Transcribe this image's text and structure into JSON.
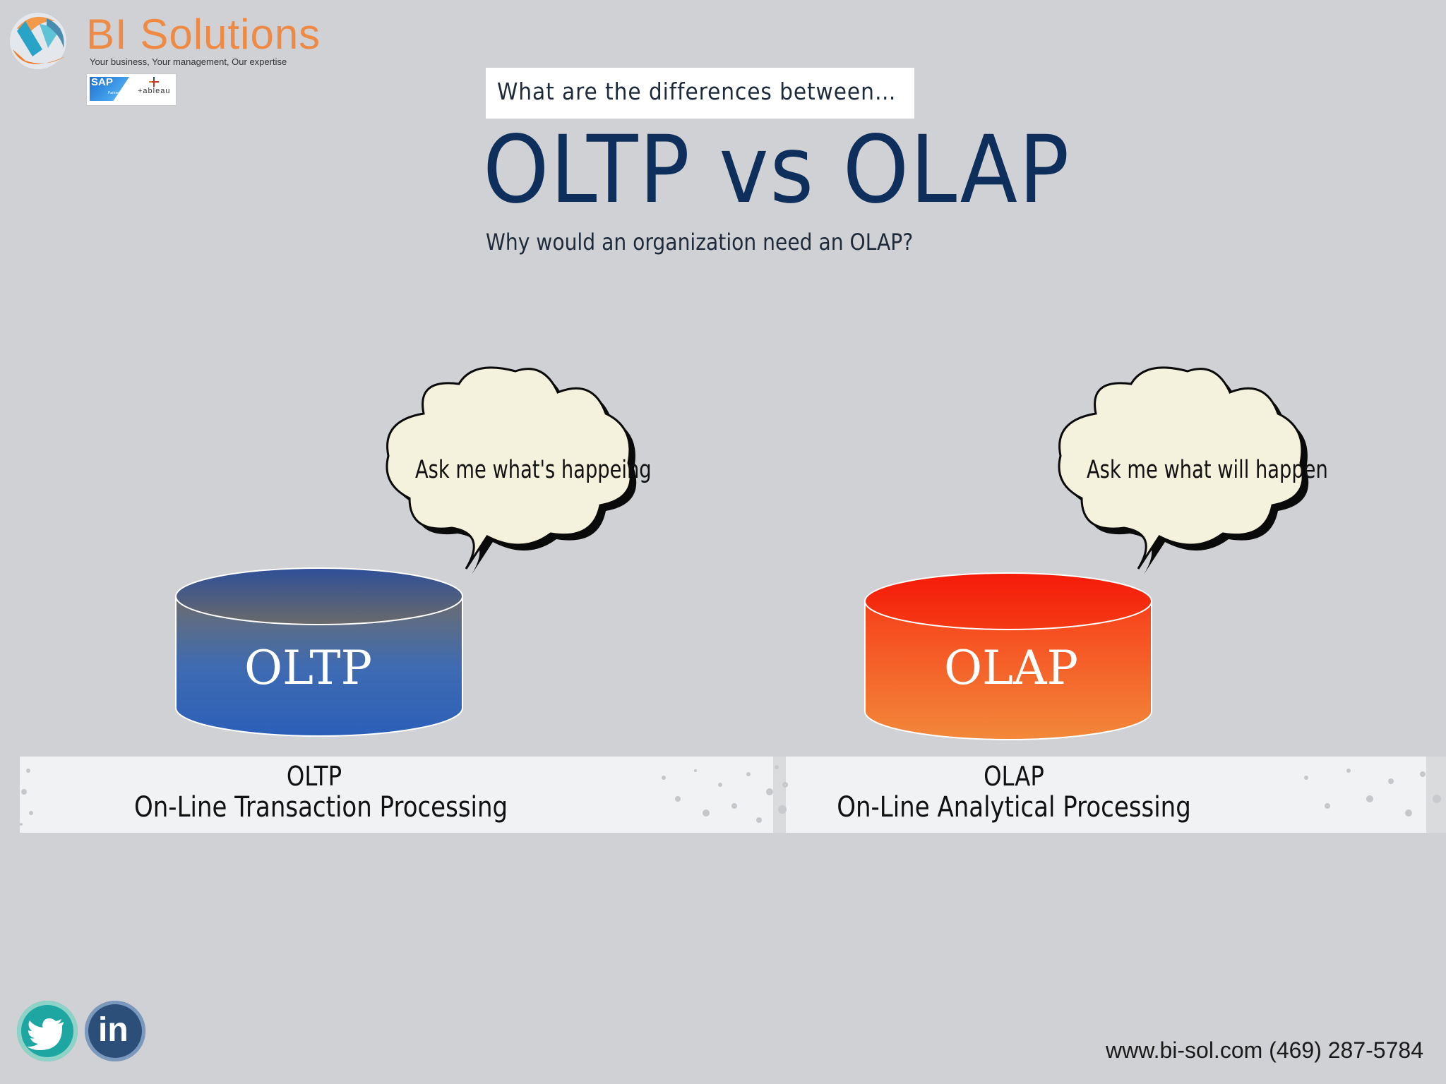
{
  "header": {
    "brand_name": "BI Solutions",
    "tagline": "Your business, Your management, Our expertise",
    "partner_badges": {
      "sap_label": "SAP",
      "sap_sub_label": "Partner",
      "tableau_label": "+ableau"
    }
  },
  "headline": {
    "question": "What are the differences between…",
    "title": "OLTP vs OLAP",
    "subtitle": "Why would an organization need an OLAP?"
  },
  "bubbles": {
    "left": "Ask me what's happeing",
    "right": "Ask me what will happen"
  },
  "databases": {
    "left": {
      "label": "OLTP",
      "gradient": [
        "#2b57a8",
        "#737373",
        "#3a78c8"
      ]
    },
    "right": {
      "label": "OLAP",
      "gradient": [
        "#f52a10",
        "#f27a2e"
      ]
    }
  },
  "definitions": {
    "left": {
      "abbr": "OLTP",
      "full": "On-Line Transaction Processing"
    },
    "right": {
      "abbr": "OLAP",
      "full": "On-Line Analytical Processing"
    }
  },
  "social": {
    "twitter_icon": "twitter-icon",
    "linkedin_label": "in"
  },
  "footer": {
    "contact": "www.bi-sol.com (469) 287-5784"
  },
  "colors": {
    "background": "#d0d1d4",
    "brand_orange": "#ef8a45",
    "title_navy": "#0e2f5c",
    "bubble_fill": "#f4f1dd"
  }
}
